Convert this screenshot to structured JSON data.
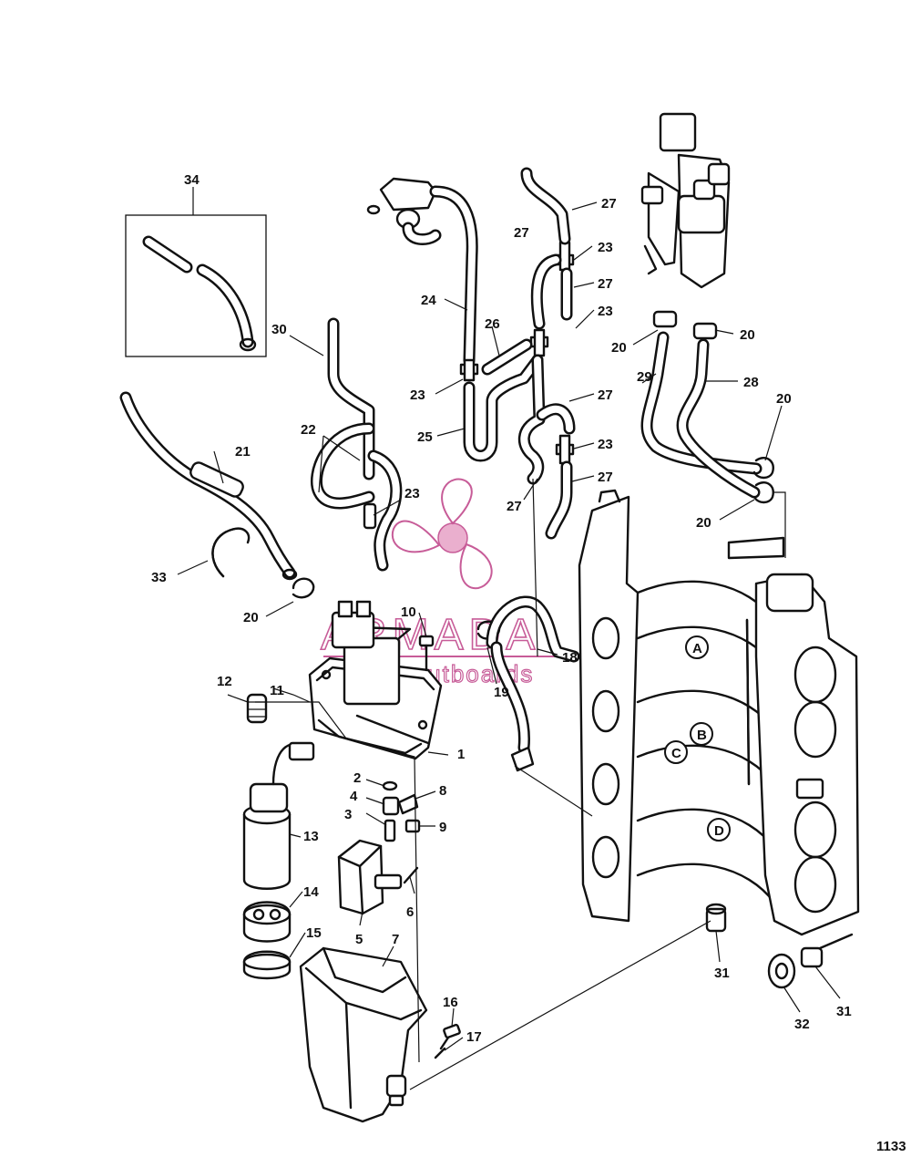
{
  "callouts": [
    {
      "id": "c1",
      "label": "1"
    },
    {
      "id": "c2",
      "label": "2"
    },
    {
      "id": "c3",
      "label": "3"
    },
    {
      "id": "c4",
      "label": "4"
    },
    {
      "id": "c5",
      "label": "5"
    },
    {
      "id": "c6",
      "label": "6"
    },
    {
      "id": "c7",
      "label": "7"
    },
    {
      "id": "c8",
      "label": "8"
    },
    {
      "id": "c9",
      "label": "9"
    },
    {
      "id": "c10",
      "label": "10"
    },
    {
      "id": "c11",
      "label": "11"
    },
    {
      "id": "c12",
      "label": "12"
    },
    {
      "id": "c13",
      "label": "13"
    },
    {
      "id": "c14",
      "label": "14"
    },
    {
      "id": "c15",
      "label": "15"
    },
    {
      "id": "c16",
      "label": "16"
    },
    {
      "id": "c17",
      "label": "17"
    },
    {
      "id": "c18",
      "label": "18"
    },
    {
      "id": "c19",
      "label": "19"
    },
    {
      "id": "c20a",
      "label": "20"
    },
    {
      "id": "c20b",
      "label": "20"
    },
    {
      "id": "c20c",
      "label": "20"
    },
    {
      "id": "c20d",
      "label": "20"
    },
    {
      "id": "c20e",
      "label": "20"
    },
    {
      "id": "c21",
      "label": "21"
    },
    {
      "id": "c22",
      "label": "22"
    },
    {
      "id": "c23a",
      "label": "23"
    },
    {
      "id": "c23b",
      "label": "23"
    },
    {
      "id": "c23c",
      "label": "23"
    },
    {
      "id": "c23d",
      "label": "23"
    },
    {
      "id": "c23e",
      "label": "23"
    },
    {
      "id": "c24",
      "label": "24"
    },
    {
      "id": "c25",
      "label": "25"
    },
    {
      "id": "c26",
      "label": "26"
    },
    {
      "id": "c27a",
      "label": "27"
    },
    {
      "id": "c27b",
      "label": "27"
    },
    {
      "id": "c27c",
      "label": "27"
    },
    {
      "id": "c27d",
      "label": "27"
    },
    {
      "id": "c27e",
      "label": "27"
    },
    {
      "id": "c27f",
      "label": "27"
    },
    {
      "id": "c28",
      "label": "28"
    },
    {
      "id": "c29",
      "label": "29"
    },
    {
      "id": "c30",
      "label": "30"
    },
    {
      "id": "c31a",
      "label": "31"
    },
    {
      "id": "c31b",
      "label": "31"
    },
    {
      "id": "c32",
      "label": "32"
    },
    {
      "id": "c33",
      "label": "33"
    },
    {
      "id": "c34",
      "label": "34"
    }
  ],
  "references": [
    "A",
    "B",
    "C",
    "D"
  ],
  "watermark": {
    "brand": "ARMADA",
    "tagline": "marine outboards",
    "color": "#c24b8d"
  },
  "page_number": "1133"
}
